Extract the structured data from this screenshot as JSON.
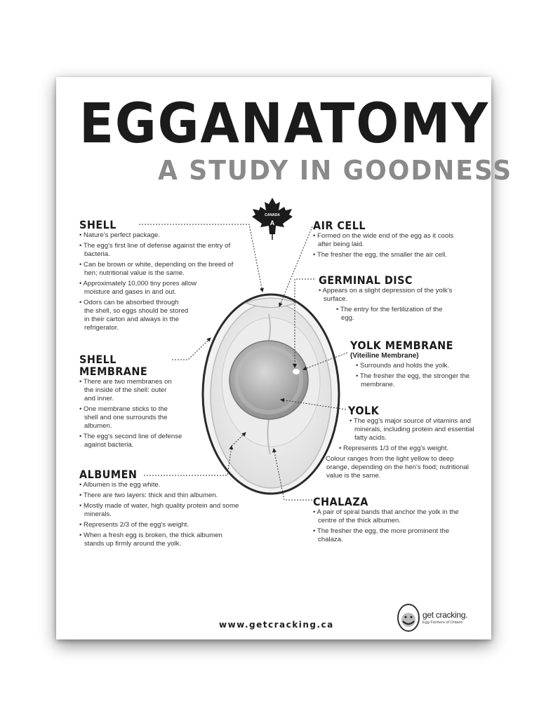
{
  "title": "EGGANATOMY",
  "subtitle": "A STUDY IN GOODNESS",
  "badge": {
    "icon": "maple-leaf-icon",
    "text1": "CANADA",
    "text2": "A"
  },
  "sections": {
    "shell": {
      "heading": "SHELL",
      "items": [
        "Nature's perfect package.",
        "The egg's first line of defense against the entry of bacteria.",
        "Can be brown or white, depending on the breed of hen; nutritional value is the same.",
        "Approximately 10,000 tiny pores allow moisture and gases in and out.",
        "Odors can be absorbed through the shell, so eggs should be stored in their carton and always in the refrigerator."
      ]
    },
    "shell_membrane": {
      "heading1": "SHELL",
      "heading2": "MEMBRANE",
      "items": [
        "There are two membranes on the inside of the shell: outer and inner.",
        "One membrane sticks to the shell and one surrounds the albumen.",
        "The egg's second line of defense against bacteria."
      ]
    },
    "albumen": {
      "heading": "ALBUMEN",
      "items": [
        "Albumen is the egg white.",
        "There are two layers: thick and thin albumen.",
        "Mostly made of water, high quality protein and some minerals.",
        "Represents 2/3 of the egg's weight.",
        "When a fresh egg is broken, the thick albumen stands up firmly around the yolk."
      ]
    },
    "air_cell": {
      "heading": "AIR CELL",
      "items": [
        "Formed on the wide end of the egg as it cools after being laid.",
        "The fresher the egg, the smaller the air cell."
      ]
    },
    "germinal_disc": {
      "heading": "GERMINAL DISC",
      "items": [
        "Appears on a slight depression of the yolk's surface.",
        "The entry for the fertilization of the egg."
      ]
    },
    "yolk_membrane": {
      "heading": "YOLK MEMBRANE",
      "subheading": "(Viteiline Membrane)",
      "items": [
        "Surrounds and holds the yolk.",
        "The fresher the egg, the stronger the membrane."
      ]
    },
    "yolk": {
      "heading": "YOLK",
      "items": [
        "The egg's major source of vitamins and minerals, including protein and essential fatty acids.",
        "Represents 1/3 of the egg's weight.",
        "Colour ranges from the light yellow to deep orange, depending on the hen's food; nutritional value is the same."
      ]
    },
    "chalaza": {
      "heading": "CHALAZA",
      "items": [
        "A pair of spiral bands that anchor the yolk in the centre of the thick albumen.",
        "The fresher the egg, the more prominent the chalaza."
      ]
    }
  },
  "footer": {
    "url": "www.getcracking.ca",
    "logo_name": "get cracking.",
    "logo_tagline": "Egg Farmers of Ontario"
  }
}
